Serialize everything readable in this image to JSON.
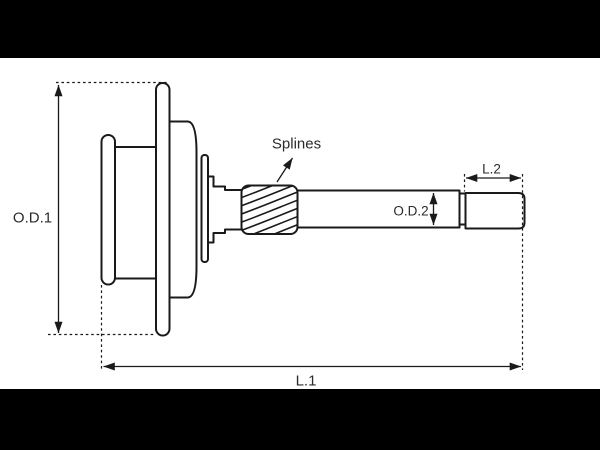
{
  "canvas": {
    "background": "#ffffff",
    "bar_color": "#000000"
  },
  "drawing": {
    "line_color": "#1a1a1a",
    "text_color": "#2b2b2b",
    "subject": "starter-drive-shaft-side-view",
    "labels": {
      "od1": "O.D.1",
      "od2": "O.D.2",
      "l1": "L.1",
      "l2": "L.2",
      "splines": "Splines"
    }
  }
}
